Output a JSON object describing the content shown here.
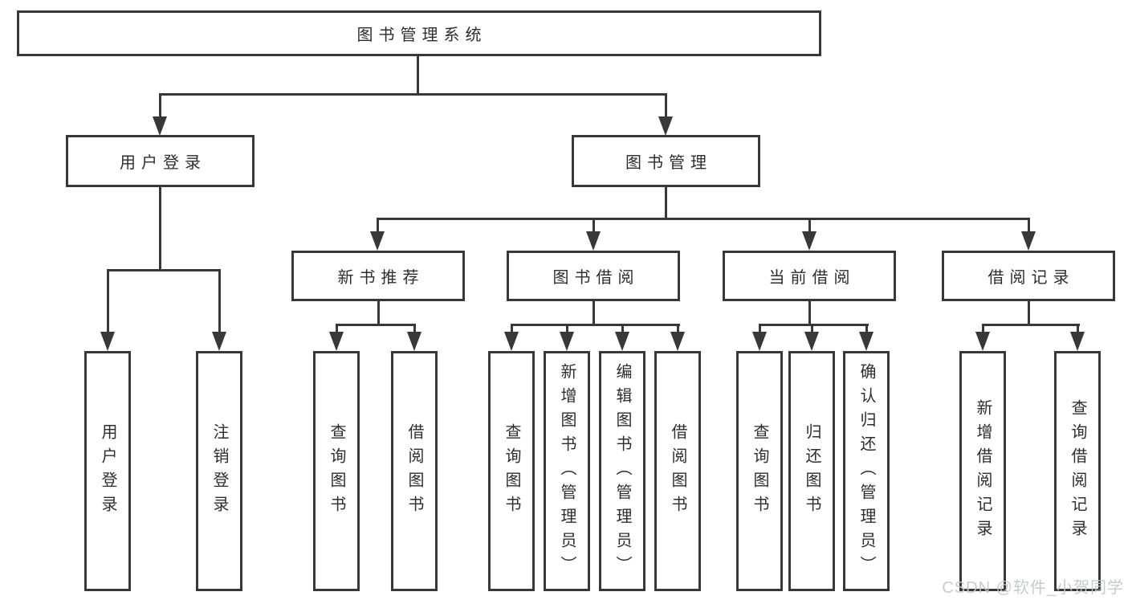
{
  "tree": {
    "root": "图书管理系统",
    "children": [
      {
        "label": "用户登录",
        "children": [
          "用户登录",
          "注销登录"
        ]
      },
      {
        "label": "图书管理",
        "children": [
          {
            "label": "新书推荐",
            "children": [
              "查询图书",
              "借阅图书"
            ]
          },
          {
            "label": "图书借阅",
            "children": [
              "查询图书",
              "新增图书（管理员）",
              "编辑图书（管理员）",
              "借阅图书"
            ]
          },
          {
            "label": "当前借阅",
            "children": [
              "查询图书",
              "归还图书",
              "确认归还（管理员）"
            ]
          },
          {
            "label": "借阅记录",
            "children": [
              "新增借阅记录",
              "查询借阅记录"
            ]
          }
        ]
      }
    ]
  },
  "colors": {
    "line": "#383838",
    "text": "#2e2e2e",
    "watermark": "#c3c6ca"
  },
  "watermark": {
    "text": "CSDN @软件_小贺同学"
  }
}
